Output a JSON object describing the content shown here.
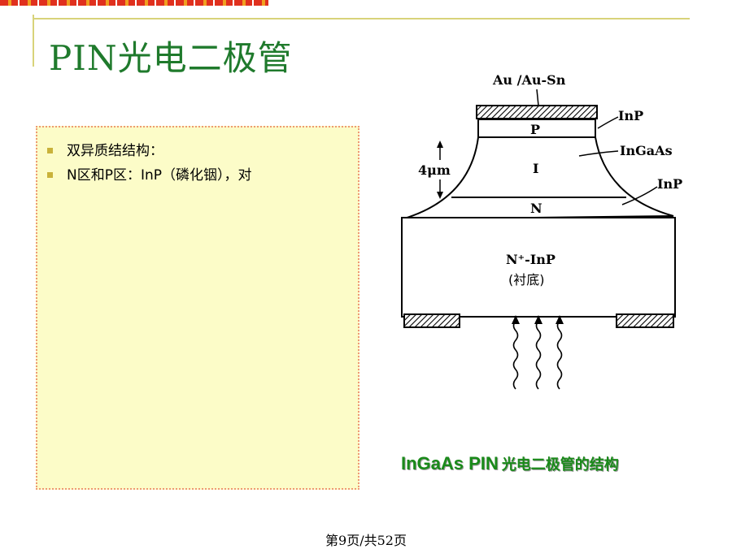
{
  "slide": {
    "title": "PIN光电二极管",
    "bullets": [
      "双异质结结构：",
      "N区和P区：InP（磷化铟），对"
    ],
    "caption_en": "InGaAs PIN",
    "caption_zh": "光电二极管的结构",
    "footer": "第9页/共52页"
  },
  "diagram": {
    "contact_top": "Au /Au-Sn",
    "layer_p": "P",
    "layer_i": "I",
    "layer_n": "N",
    "label_inp_top": "InP",
    "label_ingaas": "InGaAs",
    "label_inp_mid": "InP",
    "thickness": "4μm",
    "substrate_line1": "N⁺-InP",
    "substrate_line2": "(衬底)"
  },
  "colors": {
    "title": "#1f7a2c",
    "content_bg": "#fcfcc8",
    "content_border": "#ee9a73",
    "caption": "#1a8a1a"
  }
}
